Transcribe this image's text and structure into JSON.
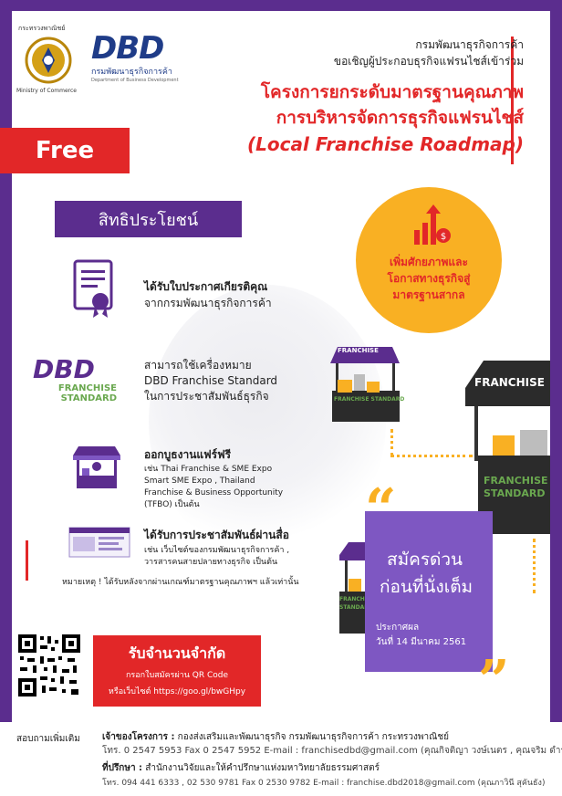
{
  "header": {
    "moc_logo_text": "กระทรวงพาณิชย์",
    "moc_logo_sub": "Ministry of Commerce",
    "dbd_brand": "DBD",
    "dbd_thai": "กรมพัฒนาธุรกิจการค้า",
    "dbd_eng": "Department of Business Development",
    "org_line": "กรมพัฒนาธุรกิจการค้า",
    "invite_line": "ขอเชิญผู้ประกอบธุรกิจแฟรนไชส์เข้าร่วม",
    "title_line1": "โครงการยกระดับมาตรฐานคุณภาพ",
    "title_line2": "การบริหารจัดการธุรกิจแฟรนไชส์",
    "title_line3": "(Local Franchise Roadmap)"
  },
  "free_label": "Free",
  "benefits": {
    "header": "สิทธิประโยชน์",
    "items": [
      {
        "title": "ได้รับใบประกาศเกียรติคุณ",
        "sub": "จากกรมพัฒนาธุรกิจการค้า",
        "icon": "certificate-icon"
      },
      {
        "title": "สามารถใช้เครื่องหมาย",
        "sub": "DBD Franchise Standard",
        "sub2": "ในการประชาสัมพันธ์ธุรกิจ",
        "icon": "dbd-franchise-standard-icon",
        "icon_brand": "DBD",
        "icon_line1": "FRANCHISE",
        "icon_line2": "STANDARD"
      },
      {
        "title": "ออกบูธงานแฟร์ฟรี",
        "small": [
          "เช่น Thai Franchise & SME Expo",
          "Smart SME Expo , Thailand",
          "Franchise & Business Opportunity",
          "(TFBO) เป็นต้น"
        ],
        "icon": "booth-icon"
      },
      {
        "title": "ได้รับการประชาสัมพันธ์ผ่านสื่อ",
        "small": [
          "เช่น เว็บไซต์ของกรมพัฒนาธุรกิจการค้า ,",
          "วารสารคนสายปลายทางธุรกิจ เป็นต้น"
        ],
        "icon": "media-icon"
      }
    ],
    "note": "หมายเหตุ ! ได้รับหลังจากผ่านเกณฑ์มาตรฐานคุณภาพฯ แล้วเท่านั้น"
  },
  "circle": {
    "line1": "เพิ่มศักยภาพและ",
    "line2": "โอกาสทางธุรกิจสู่",
    "line3": "มาตรฐานสากล"
  },
  "booths": {
    "label_franchise": "FRANCHISE",
    "label_standard": "FRANCHISE STANDARD"
  },
  "apply": {
    "line1": "สมัครด่วน",
    "line2": "ก่อนที่นั่งเต็ม",
    "announce_label": "ประกาศผล",
    "announce_date": "วันที่ 14 มีนาคม 2561"
  },
  "limited": {
    "title": "รับจำนวนจำกัด",
    "line1": "กรอกใบสมัครผ่าน QR Code",
    "line2": "หรือเว็บไซต์ https://goo.gl/bwGHpy"
  },
  "footer": {
    "ask_label": "สอบถามเพิ่มเติม",
    "owner_label": "เจ้าของโครงการ :",
    "owner_text": "กองส่งเสริมและพัฒนาธุรกิจ กรมพัฒนาธุรกิจการค้า กระทรวงพาณิชย์",
    "owner_contact": "โทร. 0 2547 5953  Fax 0 2547 5952 E-mail : franchisedbd@gmail.com (คุณกิจติญา วงษ์เนตร , คุณจริม ดำรงทัต)",
    "advisor_label": "ที่ปรึกษา :",
    "advisor_text": "สำนักงานวิจัยและให้คำปรึกษาแห่งมหาวิทยาลัยธรรมศาสตร์",
    "advisor_contact": "โทร. 094 441 6333 , 02 530 9781 Fax 0 2530 9782 E-mail : franchise.dbd2018@gmail.com (คุณภาวินี สุคันธัง)"
  },
  "colors": {
    "purple": "#5b2d8e",
    "red": "#e22728",
    "orange": "#f9b023"
  }
}
